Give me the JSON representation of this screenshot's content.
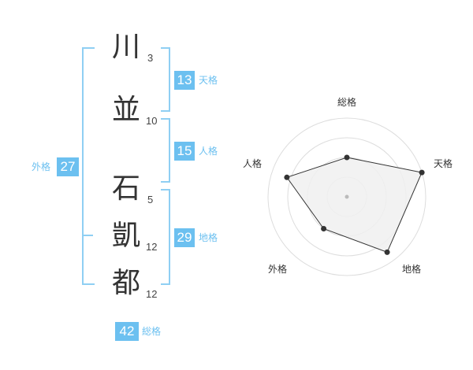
{
  "name": {
    "chars": [
      {
        "char": "川",
        "strokes": "3"
      },
      {
        "char": "並",
        "strokes": "10"
      },
      {
        "char": "石",
        "strokes": "5"
      },
      {
        "char": "凱",
        "strokes": "12"
      },
      {
        "char": "都",
        "strokes": "12"
      }
    ]
  },
  "scores": {
    "tenkaku": {
      "value": "13",
      "label": "天格"
    },
    "jinkaku": {
      "value": "15",
      "label": "人格"
    },
    "chikaku": {
      "value": "29",
      "label": "地格"
    },
    "gaikaku": {
      "value": "27",
      "label": "外格"
    },
    "soukaku": {
      "value": "42",
      "label": "総格"
    }
  },
  "colors": {
    "accent": "#6cc0f0",
    "bracket": "#8fcff3",
    "radar_fill": "#f0f0f0",
    "radar_line": "#333333"
  },
  "chart_data": {
    "type": "radar",
    "axes": [
      "総格",
      "天格",
      "地格",
      "外格",
      "人格"
    ],
    "levels": 4,
    "max": 1.0,
    "values": [
      0.5,
      1.0,
      0.87,
      0.5,
      0.8
    ]
  }
}
